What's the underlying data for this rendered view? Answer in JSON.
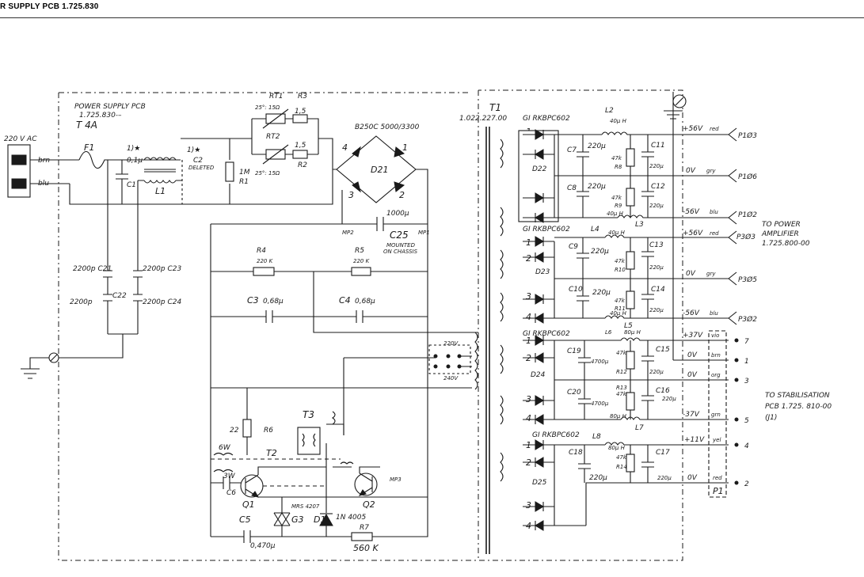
{
  "sheet": {
    "title": "R SUPPLY PCB  1.725.830"
  },
  "input": {
    "voltage": "220 V AC",
    "wire1": "brn",
    "wire2": "blu",
    "fuse_rating": "T 4A",
    "fuse": "F1",
    "pcb_note": "POWER  SUPPLY  PCB",
    "pcb_num": "1.725.830-–"
  },
  "filter": {
    "c1_mark": "1)★",
    "c1_val": "0,1μ",
    "c1": "C1",
    "c2_mark": "1)★",
    "c2": "C2",
    "c2_note": "DELETED",
    "l1": "L1",
    "r1": "R1",
    "r1_val": "1M"
  },
  "thermistors": {
    "rt1": "RT1",
    "rt1_val": "25°: 15Ω",
    "rt2": "RT2",
    "rt2_val": "25°: 15Ω",
    "r3": "R3",
    "r3_val": "1,5",
    "r2": "R2",
    "r2_val": "1,5"
  },
  "bridge": {
    "type": "B250C 5000/3300",
    "name": "D21",
    "p1": "1",
    "p2": "2",
    "p3": "3",
    "p4": "4"
  },
  "storage": {
    "c25": "C25",
    "c25_val": "1000μ",
    "c25_note1": "MOUNTED",
    "c25_note2": "ON CHASSIS",
    "mp2": "MP2",
    "mp1": "MP1"
  },
  "ycaps": {
    "c21": "2200p   C21",
    "c23": "2200p  C23",
    "c22": "2200p",
    "c22_name": "C22",
    "c24": "2200p  C24"
  },
  "halfbridge": {
    "r4": "R4",
    "r4_val": "220 K",
    "r5": "R5",
    "r5_val": "220 K",
    "c3": "C3",
    "c3_val": "0,68μ",
    "c4": "C4",
    "c4_val": "0,68μ"
  },
  "selector": {
    "v220": "220V",
    "v240": "240V"
  },
  "driver": {
    "r6": "R6",
    "r6_val": "22",
    "t3": "T3",
    "t2": "T2",
    "w6": "6W",
    "w3": "3W",
    "c6": "C6",
    "q1": "Q1",
    "q2": "Q2",
    "g3": "G3",
    "g3_type": "MRS 4207",
    "d1": "D1",
    "d1_type": "1N 4005",
    "mp3": "MP3",
    "c5": "C5",
    "c5_val": "0,470μ",
    "r7": "R7",
    "r7_val": "560 K"
  },
  "transformer": {
    "name": "T1",
    "part": "1.022.227.00"
  },
  "sec1": {
    "bridge": "GI  RKBPC602",
    "diode": "D22",
    "l2": "L2",
    "l2_val": "40μ H",
    "c7": "C7",
    "c7_val": "220μ",
    "c11": "C11",
    "c11_val": "220μ",
    "r8": "R8",
    "r8_val": "47k",
    "c8": "C8",
    "c8_val": "220μ",
    "c12": "C12",
    "c12_val": "220μ",
    "r9": "R9",
    "r9_val": "47k",
    "l3": "L3",
    "l3_val": "40μ H"
  },
  "sec2": {
    "bridge": "GI  RKBPC602",
    "diode": "D23",
    "l4": "L4",
    "l4_val": "40μ H",
    "c9": "C9",
    "c9_val": "220μ",
    "c13": "C13",
    "c13_val": "220μ",
    "r10": "R10",
    "r10_val": "47k",
    "c10": "C10",
    "c10_val": "220μ",
    "c14": "C14",
    "c14_val": "220μ",
    "r11": "R11",
    "r11_val": "47k",
    "l5": "L5",
    "l5_val": "40μ H"
  },
  "sec3": {
    "bridge": "GI  RKBPC602",
    "diode": "D24",
    "l6": "L6",
    "l6_val": "80μ H",
    "c19": "C19",
    "c19_val": "4700μ",
    "c15": "C15",
    "c15_val": "220μ",
    "r12": "R12",
    "r12_val": "47k",
    "c20": "C20",
    "c20_val": "4700μ",
    "c16": "C16",
    "c16_val": "220μ",
    "r13": "R13",
    "r13_val": "47k",
    "l7": "L7",
    "l7_val": "80μ H"
  },
  "sec4": {
    "bridge": "GI  RKBPC602",
    "diode": "D25",
    "l8": "L8",
    "l8_val": "80μ H",
    "c18": "C18",
    "c18_val": "220μ",
    "c17": "C17",
    "c17_val": "220μ",
    "r14": "R14",
    "r14_val": "47k"
  },
  "rails": [
    {
      "v": "+56V",
      "c": "red",
      "pin": "P1Ø3"
    },
    {
      "v": "0V",
      "c": "gry",
      "pin": "P1Ø6"
    },
    {
      "v": "-56V",
      "c": "blu",
      "pin": "P1Ø2"
    },
    {
      "v": "+56V",
      "c": "red",
      "pin": "P3Ø3"
    },
    {
      "v": "0V",
      "c": "gry",
      "pin": "P3Ø5"
    },
    {
      "v": "-56V",
      "c": "blu",
      "pin": "P3Ø2"
    },
    {
      "v": "+37V",
      "c": "vio",
      "pin": "7"
    },
    {
      "v": "0V",
      "c": "brn",
      "pin": "1"
    },
    {
      "v": "0V",
      "c": "org",
      "pin": "3"
    },
    {
      "v": "-37V",
      "c": "grn",
      "pin": "5"
    },
    {
      "v": "+11V",
      "c": "yel",
      "pin": "4"
    },
    {
      "v": "0V",
      "c": "red",
      "pin": "2"
    }
  ],
  "connector_p1": "P1",
  "destinations": {
    "amp1": "TO POWER",
    "amp2": "AMPLIFIER",
    "amp3": "1.725.800-00",
    "stab1": "TO STABILISATION",
    "stab2": "PCB  1.725. 810-00",
    "stab3": "(J1)"
  }
}
